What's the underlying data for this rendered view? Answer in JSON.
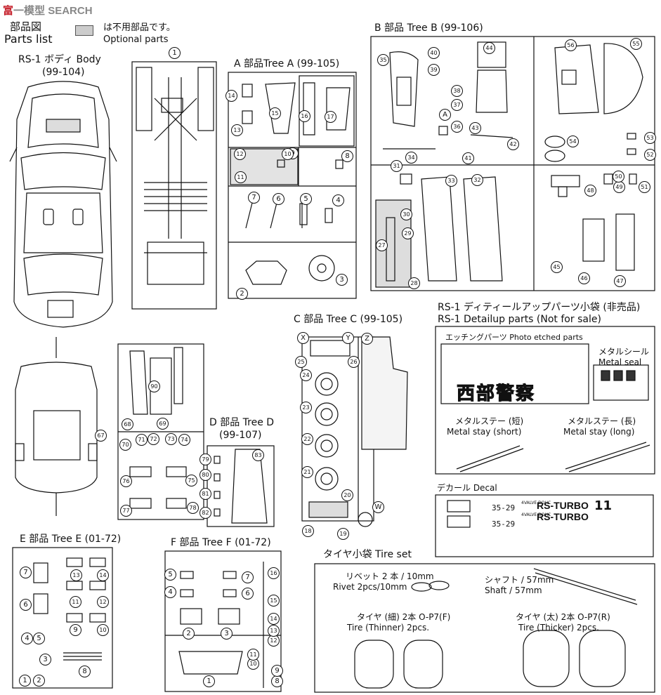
{
  "header": {
    "brand_a": "富",
    "brand_b": "一模型",
    "brand_c": "SEARCH",
    "parts_jp": "部品図",
    "parts_en": "Parts list",
    "legend_jp": "は不用部品です。",
    "legend_en": "Optional parts"
  },
  "body": {
    "title_jp": "RS-1 ボディ Body",
    "code": "(99-104)"
  },
  "tree_a": {
    "title": "A 部品Tree A (99-105)",
    "nums": [
      "1",
      "2",
      "3",
      "4",
      "5",
      "6",
      "7",
      "8",
      "9",
      "10",
      "11",
      "12",
      "13",
      "14",
      "15",
      "16",
      "17"
    ]
  },
  "tree_b": {
    "title": "B 部品 Tree B (99-106)",
    "nums": [
      "27",
      "28",
      "29",
      "30",
      "31",
      "32",
      "33",
      "34",
      "35",
      "36",
      "37",
      "38",
      "39",
      "40",
      "41",
      "42",
      "43",
      "44",
      "45",
      "46",
      "47",
      "48",
      "49",
      "50",
      "51",
      "52",
      "53",
      "54",
      "55",
      "56"
    ],
    "letter": "A"
  },
  "tree_c": {
    "title": "C 部品 Tree C (99-105)",
    "nums": [
      "18",
      "19",
      "20",
      "21",
      "22",
      "23",
      "24",
      "25",
      "26"
    ],
    "letters": [
      "X",
      "Y",
      "Z",
      "W"
    ]
  },
  "tree_d": {
    "title": "D 部品 Tree D",
    "code": "(99-107)",
    "nums": [
      "67",
      "68",
      "69",
      "70",
      "71",
      "72",
      "73",
      "74",
      "75",
      "76",
      "77",
      "78",
      "79",
      "80",
      "81",
      "82",
      "83",
      "90"
    ]
  },
  "tree_e": {
    "title": "E 部品 Tree E (01-72)",
    "nums": [
      "1",
      "2",
      "3",
      "4",
      "5",
      "6",
      "7",
      "8",
      "9",
      "10",
      "11",
      "12",
      "13",
      "14"
    ]
  },
  "tree_f": {
    "title": "F 部品 Tree F (01-72)",
    "nums": [
      "1",
      "2",
      "3",
      "4",
      "5",
      "6",
      "7",
      "8",
      "9",
      "10",
      "11",
      "12",
      "13",
      "14",
      "15",
      "16"
    ]
  },
  "detail": {
    "title_jp": "RS-1 ディティールアップパーツ小袋 (非売品)",
    "title_en": "RS-1 Detailup parts (Not for sale)",
    "etched_label": "エッチングパーツ Photo etched parts",
    "seal_jp": "メタルシール",
    "seal_en": "Metal seal",
    "stay_short_jp": "メタルステー (短)",
    "stay_short_en": "Metal stay (short)",
    "stay_long_jp": "メタルステー (長)",
    "stay_long_en": "Metal stay (long)",
    "etched_big": "西部警察"
  },
  "decal": {
    "label": "デカール Decal",
    "rs_turbo_1": "RS-TURBO",
    "rs_turbo_2": "RS-TURBO",
    "num_1": "35-29",
    "num_2": "35-29",
    "car_no": "11",
    "small_1": "4VALVE DOHC",
    "small_2": "4VALVE DOHC"
  },
  "tire": {
    "title": "タイヤ小袋 Tire set",
    "rivet_jp": "リベット 2 本 / 10mm",
    "rivet_en": "Rivet 2pcs/10mm",
    "shaft_jp": "シャフト / 57mm",
    "shaft_en": "Shaft / 57mm",
    "thin_jp": "タイヤ (細) 2本 O-P7(F)",
    "thin_en": "Tire (Thinner) 2pcs.",
    "thick_jp": "タイヤ (太) 2本 O-P7(R)",
    "thick_en": "Tire (Thicker) 2pcs."
  }
}
